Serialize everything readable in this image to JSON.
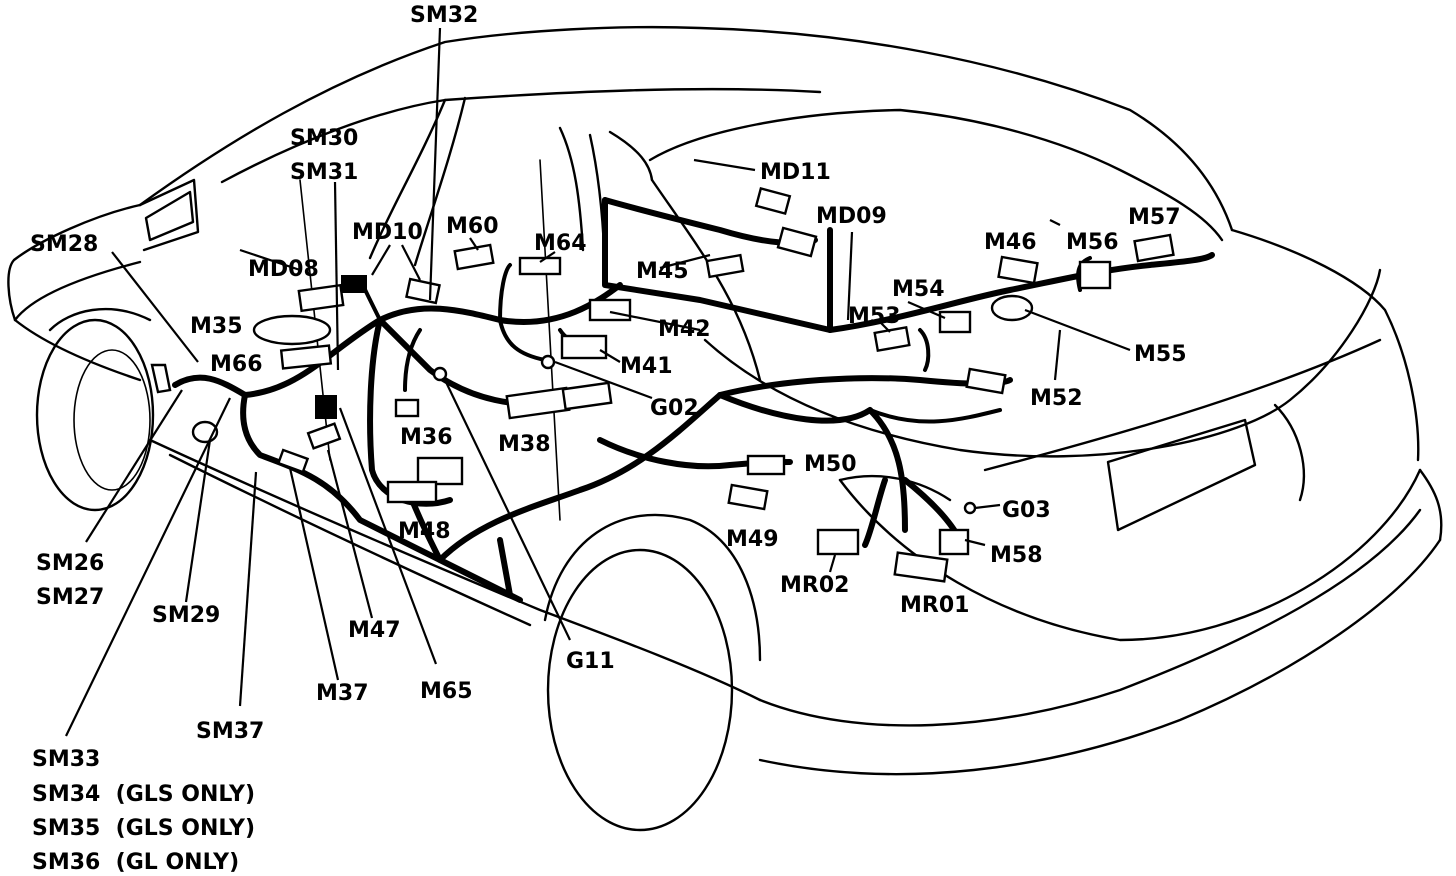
{
  "labels": {
    "sm32": "SM32",
    "sm30": "SM30",
    "sm31": "SM31",
    "md10": "MD10",
    "m60": "M60",
    "m64": "M64",
    "md11": "MD11",
    "md09": "MD09",
    "m46": "M46",
    "m56": "M56",
    "m57": "M57",
    "sm28": "SM28",
    "md08": "MD08",
    "m45": "M45",
    "m54": "M54",
    "m35": "M35",
    "m42": "M42",
    "m53": "M53",
    "m55": "M55",
    "m66": "M66",
    "m41": "M41",
    "g02": "G02",
    "m52": "M52",
    "m36": "M36",
    "m38": "M38",
    "m50": "M50",
    "g03": "G03",
    "m48": "M48",
    "m49": "M49",
    "m58": "M58",
    "sm26": "SM26",
    "sm27": "SM27",
    "mr02": "MR02",
    "mr01": "MR01",
    "sm29": "SM29",
    "m47": "M47",
    "g11": "G11",
    "m37": "M37",
    "m65": "M65",
    "sm37": "SM37",
    "sm33": "SM33",
    "sm34": "SM34  (GLS ONLY)",
    "sm35": "SM35  (GLS ONLY)",
    "sm36": "SM36  (GL ONLY)"
  },
  "colors": {
    "ink": "#000000",
    "paper": "#ffffff"
  }
}
